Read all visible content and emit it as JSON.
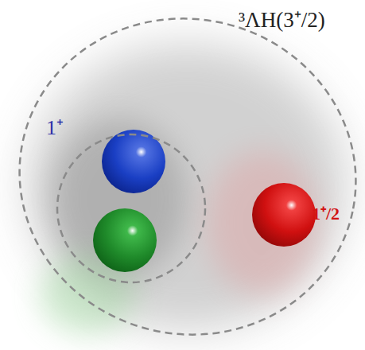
{
  "diagram": {
    "nodes": [
      {
        "text": [
          "³ΛH(3⁺/2)"
        ]
      },
      {
        "text": [
          "1⁺"
        ],
        "in": 0
      },
      {
        "text": [
          "1⁺/2"
        ],
        "in": 0
      }
    ]
  }
}
